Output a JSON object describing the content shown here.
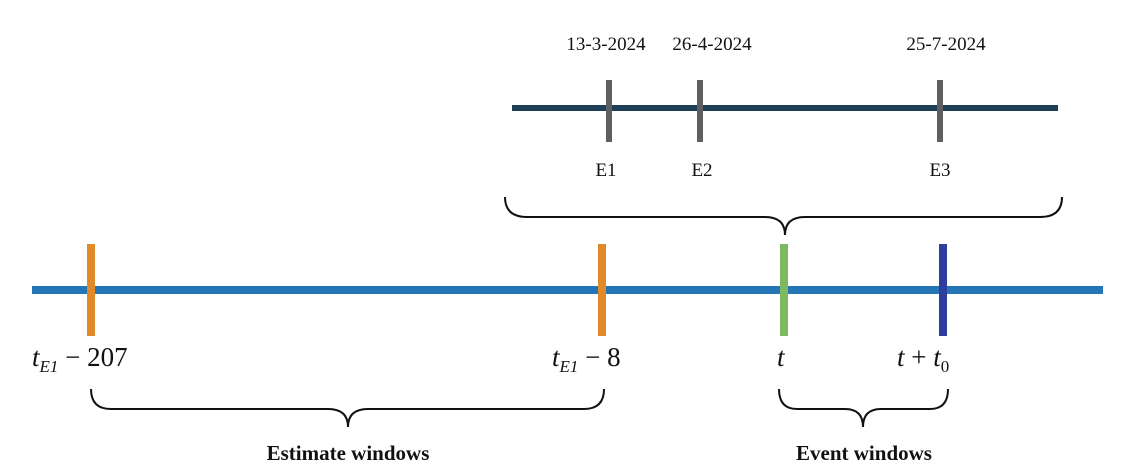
{
  "colors": {
    "upper_line": "#1e3f55",
    "lower_line": "#2476b8",
    "event_tick": "#5c6063",
    "orange_tick": "#e08a2a",
    "green_tick": "#7dba64",
    "navy_tick": "#2f3e9e",
    "brace": "#111111"
  },
  "upper_timeline": {
    "events": [
      {
        "date": "13-3-2024",
        "label": "E1"
      },
      {
        "date": "26-4-2024",
        "label": "E2"
      },
      {
        "date": "25-7-2024",
        "label": "E3"
      }
    ]
  },
  "lower_timeline": {
    "marker1": {
      "var": "t",
      "sub": "E1",
      "op": " − 207"
    },
    "marker2": {
      "var": "t",
      "sub": "E1",
      "op": " − 8"
    },
    "marker3": {
      "var": "t"
    },
    "marker4": {
      "var": "t",
      "op": " + ",
      "var2": "t",
      "sub": "0"
    }
  },
  "windows": {
    "estimate_label": "Estimate windows",
    "event_label": "Event windows"
  }
}
